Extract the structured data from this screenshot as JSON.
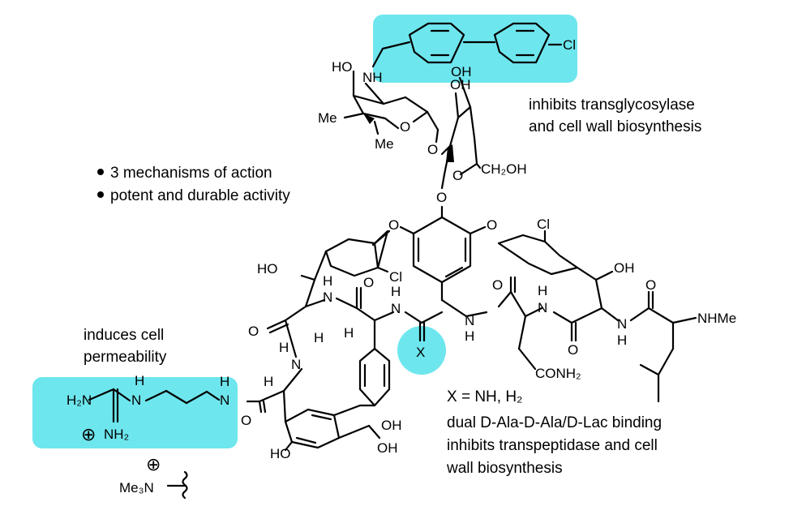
{
  "annotations": {
    "transglycosylase": [
      "inhibits transglycosylase",
      "and cell wall biosynthesis"
    ],
    "mechanisms": [
      "3 mechanisms of action",
      "potent and durable activity"
    ],
    "permeability": [
      "induces cell",
      "permeability"
    ],
    "x_def": "X = NH, H₂",
    "binding": [
      "dual D-Ala-D-Ala/D-Lac binding",
      "inhibits transpeptidase and cell",
      "wall biosynthesis"
    ]
  },
  "atom_labels": {
    "cl_top": "Cl",
    "nh_top": "NH",
    "ho_top": "HO",
    "oh_sugar1": "OH",
    "oh_sugar2": "OH",
    "me1": "Me",
    "me2": "Me",
    "o_ring1": "O",
    "o_ring2": "O",
    "o_ring3": "O",
    "ch2oh": "CH₂OH",
    "o_link": "O",
    "o_ether_left": "O",
    "o_ether_right": "O",
    "cl_left": "Cl",
    "cl_right": "Cl",
    "ho_left": "HO",
    "oh_right": "OH",
    "h_1": "H",
    "n_1": "N",
    "o_1": "O",
    "h_2": "H",
    "n_2": "N",
    "o_left": "O",
    "h_a": "H",
    "h_b": "H",
    "x": "X",
    "n_3": "N",
    "h_3": "H",
    "o_3": "O",
    "h_4": "H",
    "n_4": "N",
    "o_4": "O",
    "n_5": "N",
    "h_5": "H",
    "o_5": "O",
    "nhme": "NHMe",
    "conh2": "CONH₂",
    "h_6": "H",
    "n_6": "N",
    "h_7": "H",
    "o_7": "O",
    "h2n": "H₂N",
    "h_8": "H",
    "n_8": "N",
    "nh2": "NH₂",
    "plus_1": "⊕",
    "h_9": "H",
    "n_9": "N",
    "ho_bottom": "HO",
    "oh_b1": "OH",
    "oh_b2": "OH",
    "plus_2": "⊕",
    "me3n": "Me₃N"
  },
  "colors": {
    "highlight": "#6ee6ee",
    "ink": "#000000"
  }
}
